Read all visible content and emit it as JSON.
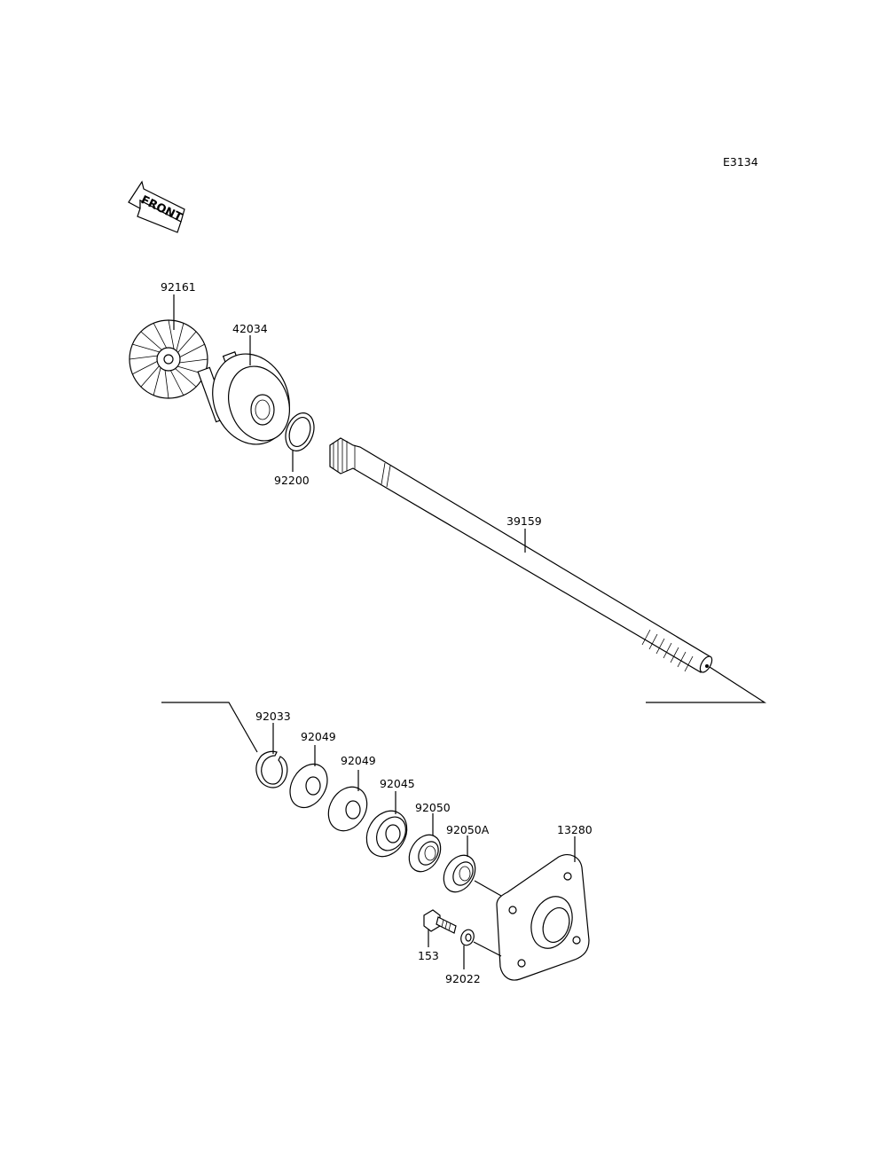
{
  "diagram_code": "E3134",
  "front_label": "FRONT",
  "parts": {
    "p92161": "92161",
    "p42034": "42034",
    "p92200": "92200",
    "p39159": "39159",
    "p92033": "92033",
    "p92049a": "92049",
    "p92049b": "92049",
    "p92045": "92045",
    "p92050": "92050",
    "p92050A": "92050A",
    "p13280": "13280",
    "p153": "153",
    "p92022": "92022"
  }
}
